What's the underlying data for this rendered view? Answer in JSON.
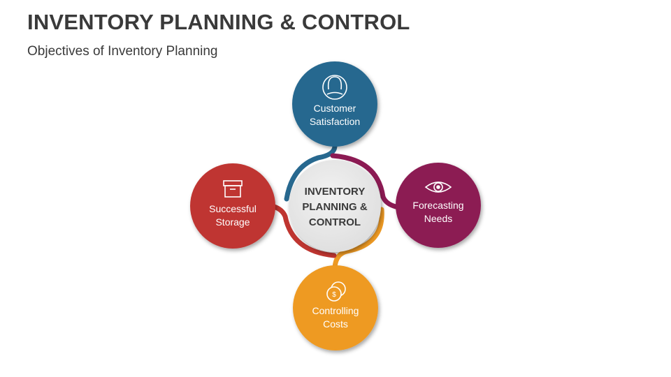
{
  "header": {
    "title": "INVENTORY PLANNING & CONTROL",
    "subtitle": "Objectives of Inventory Planning"
  },
  "center": {
    "lines": [
      "INVENTORY",
      "PLANNING &",
      "CONTROL"
    ]
  },
  "nodes": [
    {
      "id": "customer-satisfaction",
      "lines": [
        "Customer",
        "Satisfaction"
      ],
      "icon": "person-icon",
      "color": "#27688f"
    },
    {
      "id": "forecasting-needs",
      "lines": [
        "Forecasting",
        "Needs"
      ],
      "icon": "eye-icon",
      "color": "#8c1a53"
    },
    {
      "id": "controlling-costs",
      "lines": [
        "Controlling",
        "Costs"
      ],
      "icon": "coins-icon",
      "color": "#ee9a24"
    },
    {
      "id": "successful-storage",
      "lines": [
        "Successful",
        "Storage"
      ],
      "icon": "box-icon",
      "color": "#bf3530"
    }
  ],
  "coin_symbol": "$"
}
